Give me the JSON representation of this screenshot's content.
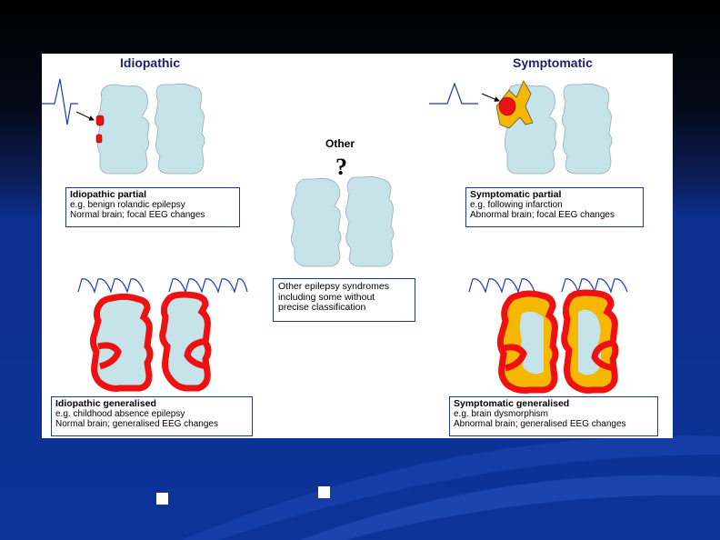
{
  "headings": {
    "idiopathic": "Idiopathic",
    "symptomatic": "Symptomatic",
    "other": "Other",
    "question_mark": "?"
  },
  "captions": {
    "idiopathic_partial": {
      "title": "Idiopathic partial",
      "example": "e.g. benign rolandic epilepsy",
      "description": "Normal brain; focal EEG changes"
    },
    "symptomatic_partial": {
      "title": "Symptomatic partial",
      "example": "e.g. following infarction",
      "description": "Abnormal brain; focal EEG changes"
    },
    "other": {
      "line1": "Other epilepsy syndromes",
      "line2": "including some without",
      "line3": "precise classification"
    },
    "idiopathic_generalised": {
      "title": "Idiopathic generalised",
      "example": "e.g. childhood absence epilepsy",
      "description": "Normal brain; generalised EEG changes"
    },
    "symptomatic_generalised": {
      "title": "Symptomatic generalised",
      "example": "e.g. brain dysmorphism",
      "description": "Abnormal brain; generalised EEG changes"
    }
  },
  "colors": {
    "brain": "#c5e3e8",
    "abnormal_focus": "#ee1111",
    "lesion": "#f5b800",
    "eeg_trace": "#1f3ab8",
    "caption_border": "#1f3a8a"
  },
  "icons": {
    "eeg_spike": "eeg-spike-icon",
    "eeg_wave": "eeg-spike-wave-icon",
    "arrow": "arrow-icon"
  }
}
